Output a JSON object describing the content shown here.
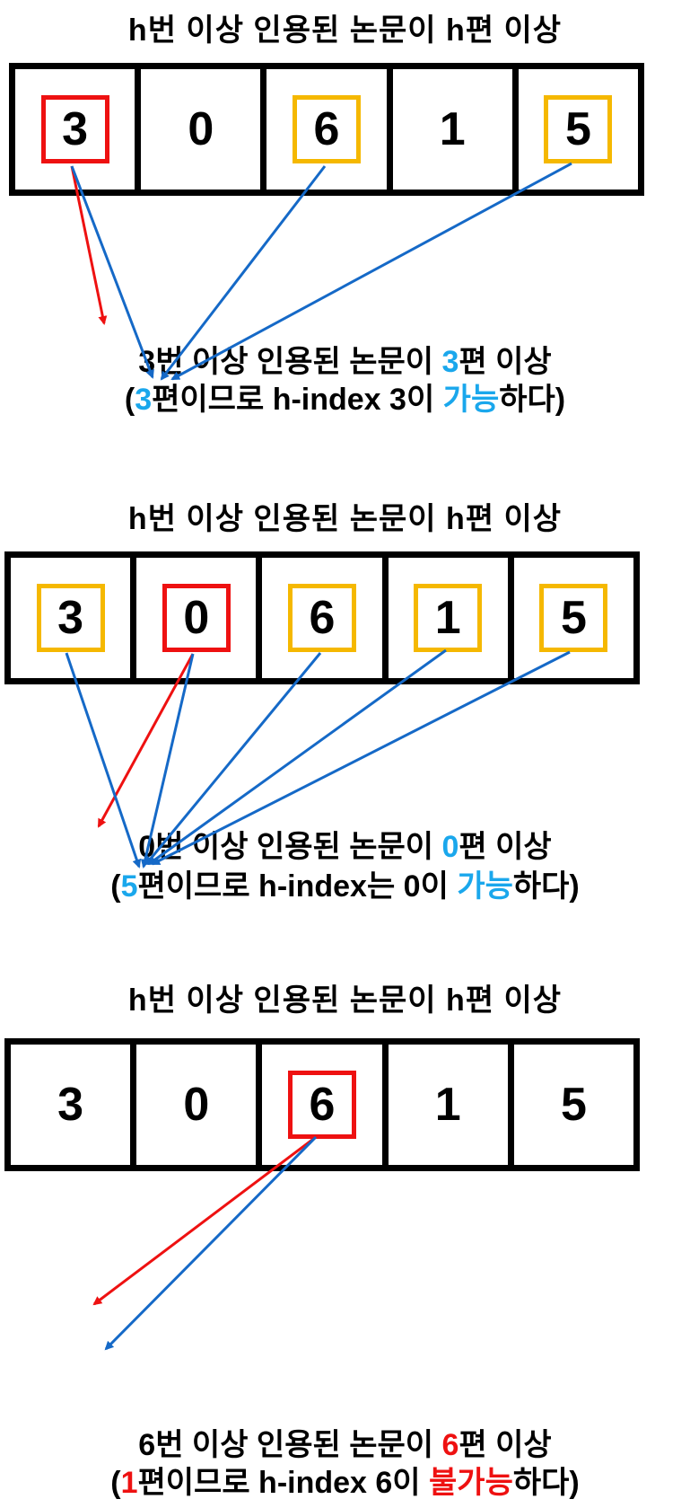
{
  "panels": [
    {
      "heading": "h번 이상 인용된 논문이 h편 이상",
      "values": [
        "3",
        "0",
        "6",
        "1",
        "5"
      ],
      "box_colors": [
        "red",
        "none",
        "yellow",
        "none",
        "yellow"
      ],
      "line1": {
        "p1": "3",
        "p2": "번 이상 인용된 논문이 ",
        "p3": "3",
        "p4": "편 이상"
      },
      "line2": {
        "p1": "(",
        "p2": "3",
        "p3": "편이므로 h-index 3이 ",
        "p4": "가능",
        "p5": "하다)"
      }
    },
    {
      "heading": "h번 이상 인용된 논문이 h편 이상",
      "values": [
        "3",
        "0",
        "6",
        "1",
        "5"
      ],
      "box_colors": [
        "yellow",
        "red",
        "yellow",
        "yellow",
        "yellow"
      ],
      "line1": {
        "p1": "0",
        "p2": "번 이상 인용된 논문이 ",
        "p3": "0",
        "p4": "편 이상"
      },
      "line2": {
        "p1": "(",
        "p2": "5",
        "p3": "편이므로 h-index는 0이 ",
        "p4": "가능",
        "p5": "하다)"
      }
    },
    {
      "heading": "h번 이상 인용된 논문이 h편 이상",
      "values": [
        "3",
        "0",
        "6",
        "1",
        "5"
      ],
      "box_colors": [
        "none",
        "none",
        "red",
        "none",
        "none"
      ],
      "line1": {
        "p1": "6",
        "p2": "번 이상 인용된 논문이 ",
        "p3": "6",
        "p4": "편 이상"
      },
      "line2": {
        "p1": "(",
        "p2": "1",
        "p3": "편이므로 h-index 6이 ",
        "p4": "불가능",
        "p5": "하다)"
      }
    }
  ],
  "colors": {
    "highlight_red": "#ee1111",
    "highlight_yellow": "#f5b800",
    "arrow_blue": "#1569c7",
    "arrow_red": "#ee1111",
    "text_blue": "#1aa7ec"
  }
}
